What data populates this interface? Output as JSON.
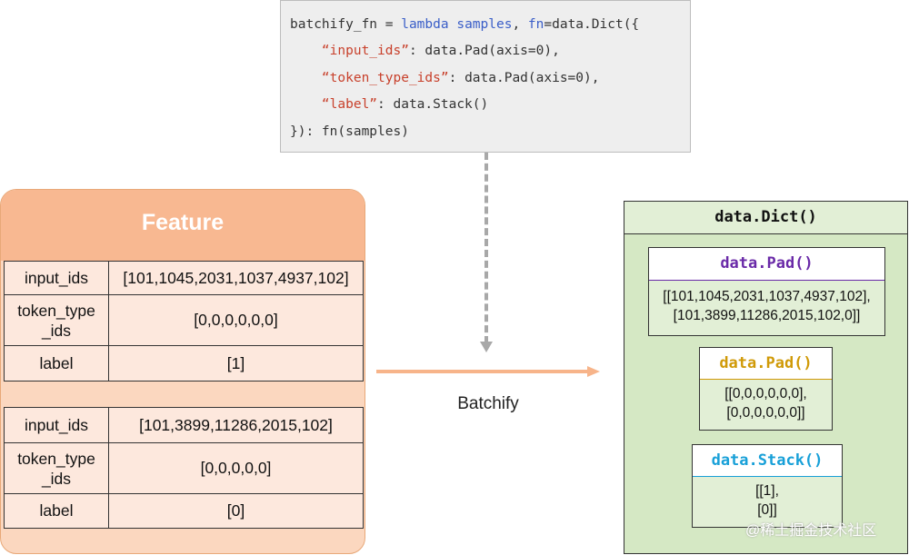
{
  "code": {
    "line1": {
      "a": "batchify_fn = ",
      "b": "lambda",
      "c": " ",
      "d": "samples",
      "e": ", ",
      "f": "fn",
      "g": "=data.Dict({"
    },
    "line2": {
      "indent": "    ",
      "key": "“input_ids”",
      "rest": ": data.Pad(axis=0),"
    },
    "line3": {
      "indent": "    ",
      "key": "“token_type_ids”",
      "rest": ": data.Pad(axis=0),"
    },
    "line4": {
      "indent": "    ",
      "key": "“label”",
      "rest": ": data.Stack()"
    },
    "line5": "}): fn(samples)"
  },
  "arrow_label": "Batchify",
  "feature": {
    "title": "Feature",
    "samples": [
      {
        "rows": [
          {
            "key": "input_ids",
            "value": "[101,1045,2031,1037,4937,102]"
          },
          {
            "key": "token_type\n_ids",
            "value": "[0,0,0,0,0,0]"
          },
          {
            "key": "label",
            "value": "[1]"
          }
        ]
      },
      {
        "rows": [
          {
            "key": "input_ids",
            "value": "[101,3899,11286,2015,102]"
          },
          {
            "key": "token_type\n_ids",
            "value": "[0,0,0,0,0]"
          },
          {
            "key": "label",
            "value": "[0]"
          }
        ]
      }
    ]
  },
  "dict": {
    "title": "data.Dict()",
    "input_ids": {
      "title": "data.Pad()",
      "line1": "[[101,1045,2031,1037,4937,102],",
      "line2": "[101,3899,11286,2015,102,0]]"
    },
    "token_type_ids": {
      "title": "data.Pad()",
      "line1": "[[0,0,0,0,0,0],",
      "line2": "[0,0,0,0,0,0]]"
    },
    "label": {
      "title": "data.Stack()",
      "line1": "[[1],",
      "line2": "[0]]"
    }
  },
  "watermark": "@稀土掘金技术社区",
  "colors": {
    "input_ids": "#6a2aa8",
    "token_type_ids": "#d09a08",
    "label": "#18a0d8",
    "feature_fill": "#fbd7bf",
    "dict_fill": "#d5e8c4"
  }
}
